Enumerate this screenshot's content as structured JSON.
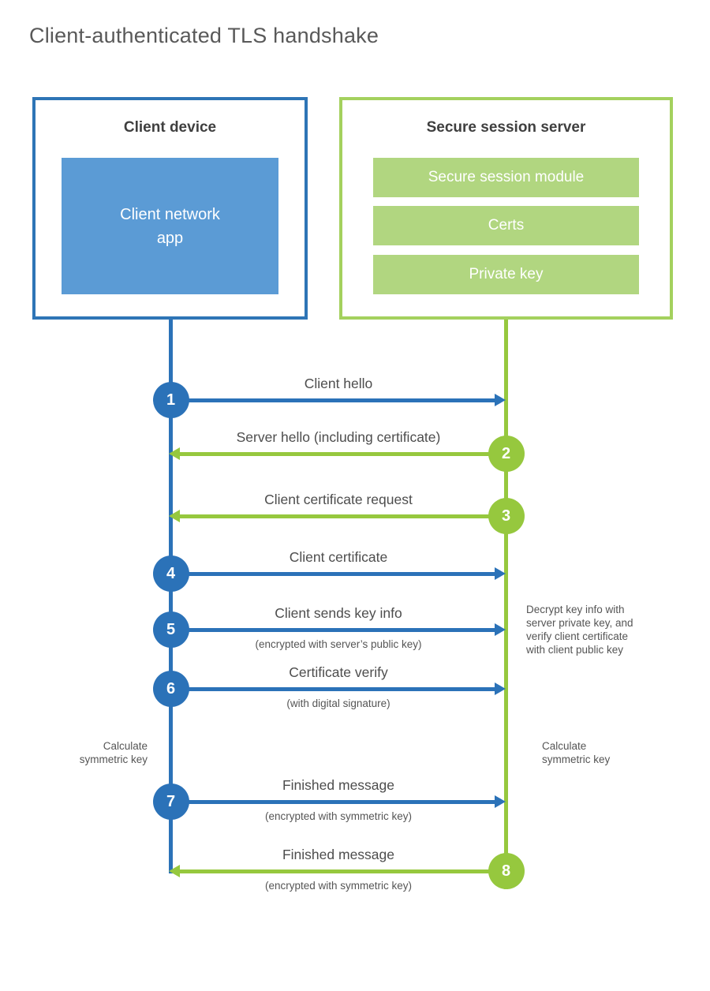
{
  "title": "Client-authenticated TLS handshake",
  "colors": {
    "blue": "#2b72b8",
    "blue_border": "#2e75b6",
    "blue_light": "#5b9bd5",
    "green": "#96c83e",
    "green_border": "#a4d15e",
    "green_light": "#b1d680"
  },
  "client": {
    "title": "Client device",
    "app": "Client network\napp"
  },
  "server": {
    "title": "Secure session server",
    "modules": [
      "Secure session module",
      "Certs",
      "Private key"
    ]
  },
  "steps": [
    {
      "num": "1",
      "actor": "client",
      "direction": "right",
      "label": "Client hello",
      "sublabel": ""
    },
    {
      "num": "2",
      "actor": "server",
      "direction": "left",
      "label": "Server hello (including certificate)",
      "sublabel": ""
    },
    {
      "num": "3",
      "actor": "server",
      "direction": "left",
      "label": "Client certificate request",
      "sublabel": ""
    },
    {
      "num": "4",
      "actor": "client",
      "direction": "right",
      "label": "Client certificate",
      "sublabel": ""
    },
    {
      "num": "5",
      "actor": "client",
      "direction": "right",
      "label": "Client sends key info",
      "sublabel": "(encrypted with server’s public key)"
    },
    {
      "num": "6",
      "actor": "client",
      "direction": "right",
      "label": "Certificate verify",
      "sublabel": "(with digital signature)"
    },
    {
      "num": "7",
      "actor": "client",
      "direction": "right",
      "label": "Finished message",
      "sublabel": "(encrypted with symmetric key)"
    },
    {
      "num": "8",
      "actor": "server",
      "direction": "left",
      "label": "Finished message",
      "sublabel": "(encrypted with symmetric key)"
    }
  ],
  "annotations": {
    "decrypt_note": "Decrypt key info with\nserver private key, and\nverify client certificate\nwith client public key",
    "calc_left": "Calculate\nsymmetric key",
    "calc_right": "Calculate\nsymmetric key"
  }
}
